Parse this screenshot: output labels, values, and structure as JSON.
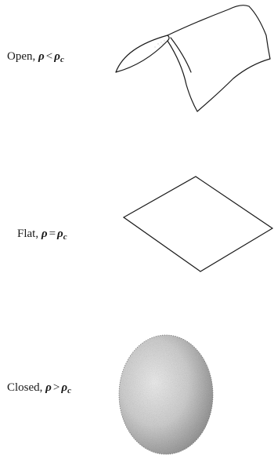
{
  "geometries": [
    {
      "id": "open",
      "name_text": "Open,",
      "density_symbol": "ρ",
      "relation": "<",
      "critical_symbol": "ρ",
      "critical_subscript": "c",
      "surface": "saddle"
    },
    {
      "id": "flat",
      "name_text": "Flat,",
      "density_symbol": "ρ",
      "relation": "=",
      "critical_symbol": "ρ",
      "critical_subscript": "c",
      "surface": "plane"
    },
    {
      "id": "closed",
      "name_text": "Closed,",
      "density_symbol": "ρ",
      "relation": ">",
      "critical_symbol": "ρ",
      "critical_subscript": "c",
      "surface": "sphere"
    }
  ],
  "colors": {
    "line": "#1a1a1a",
    "sphere_light": "#f2f2f2",
    "sphere_dark": "#9a9a9a"
  }
}
